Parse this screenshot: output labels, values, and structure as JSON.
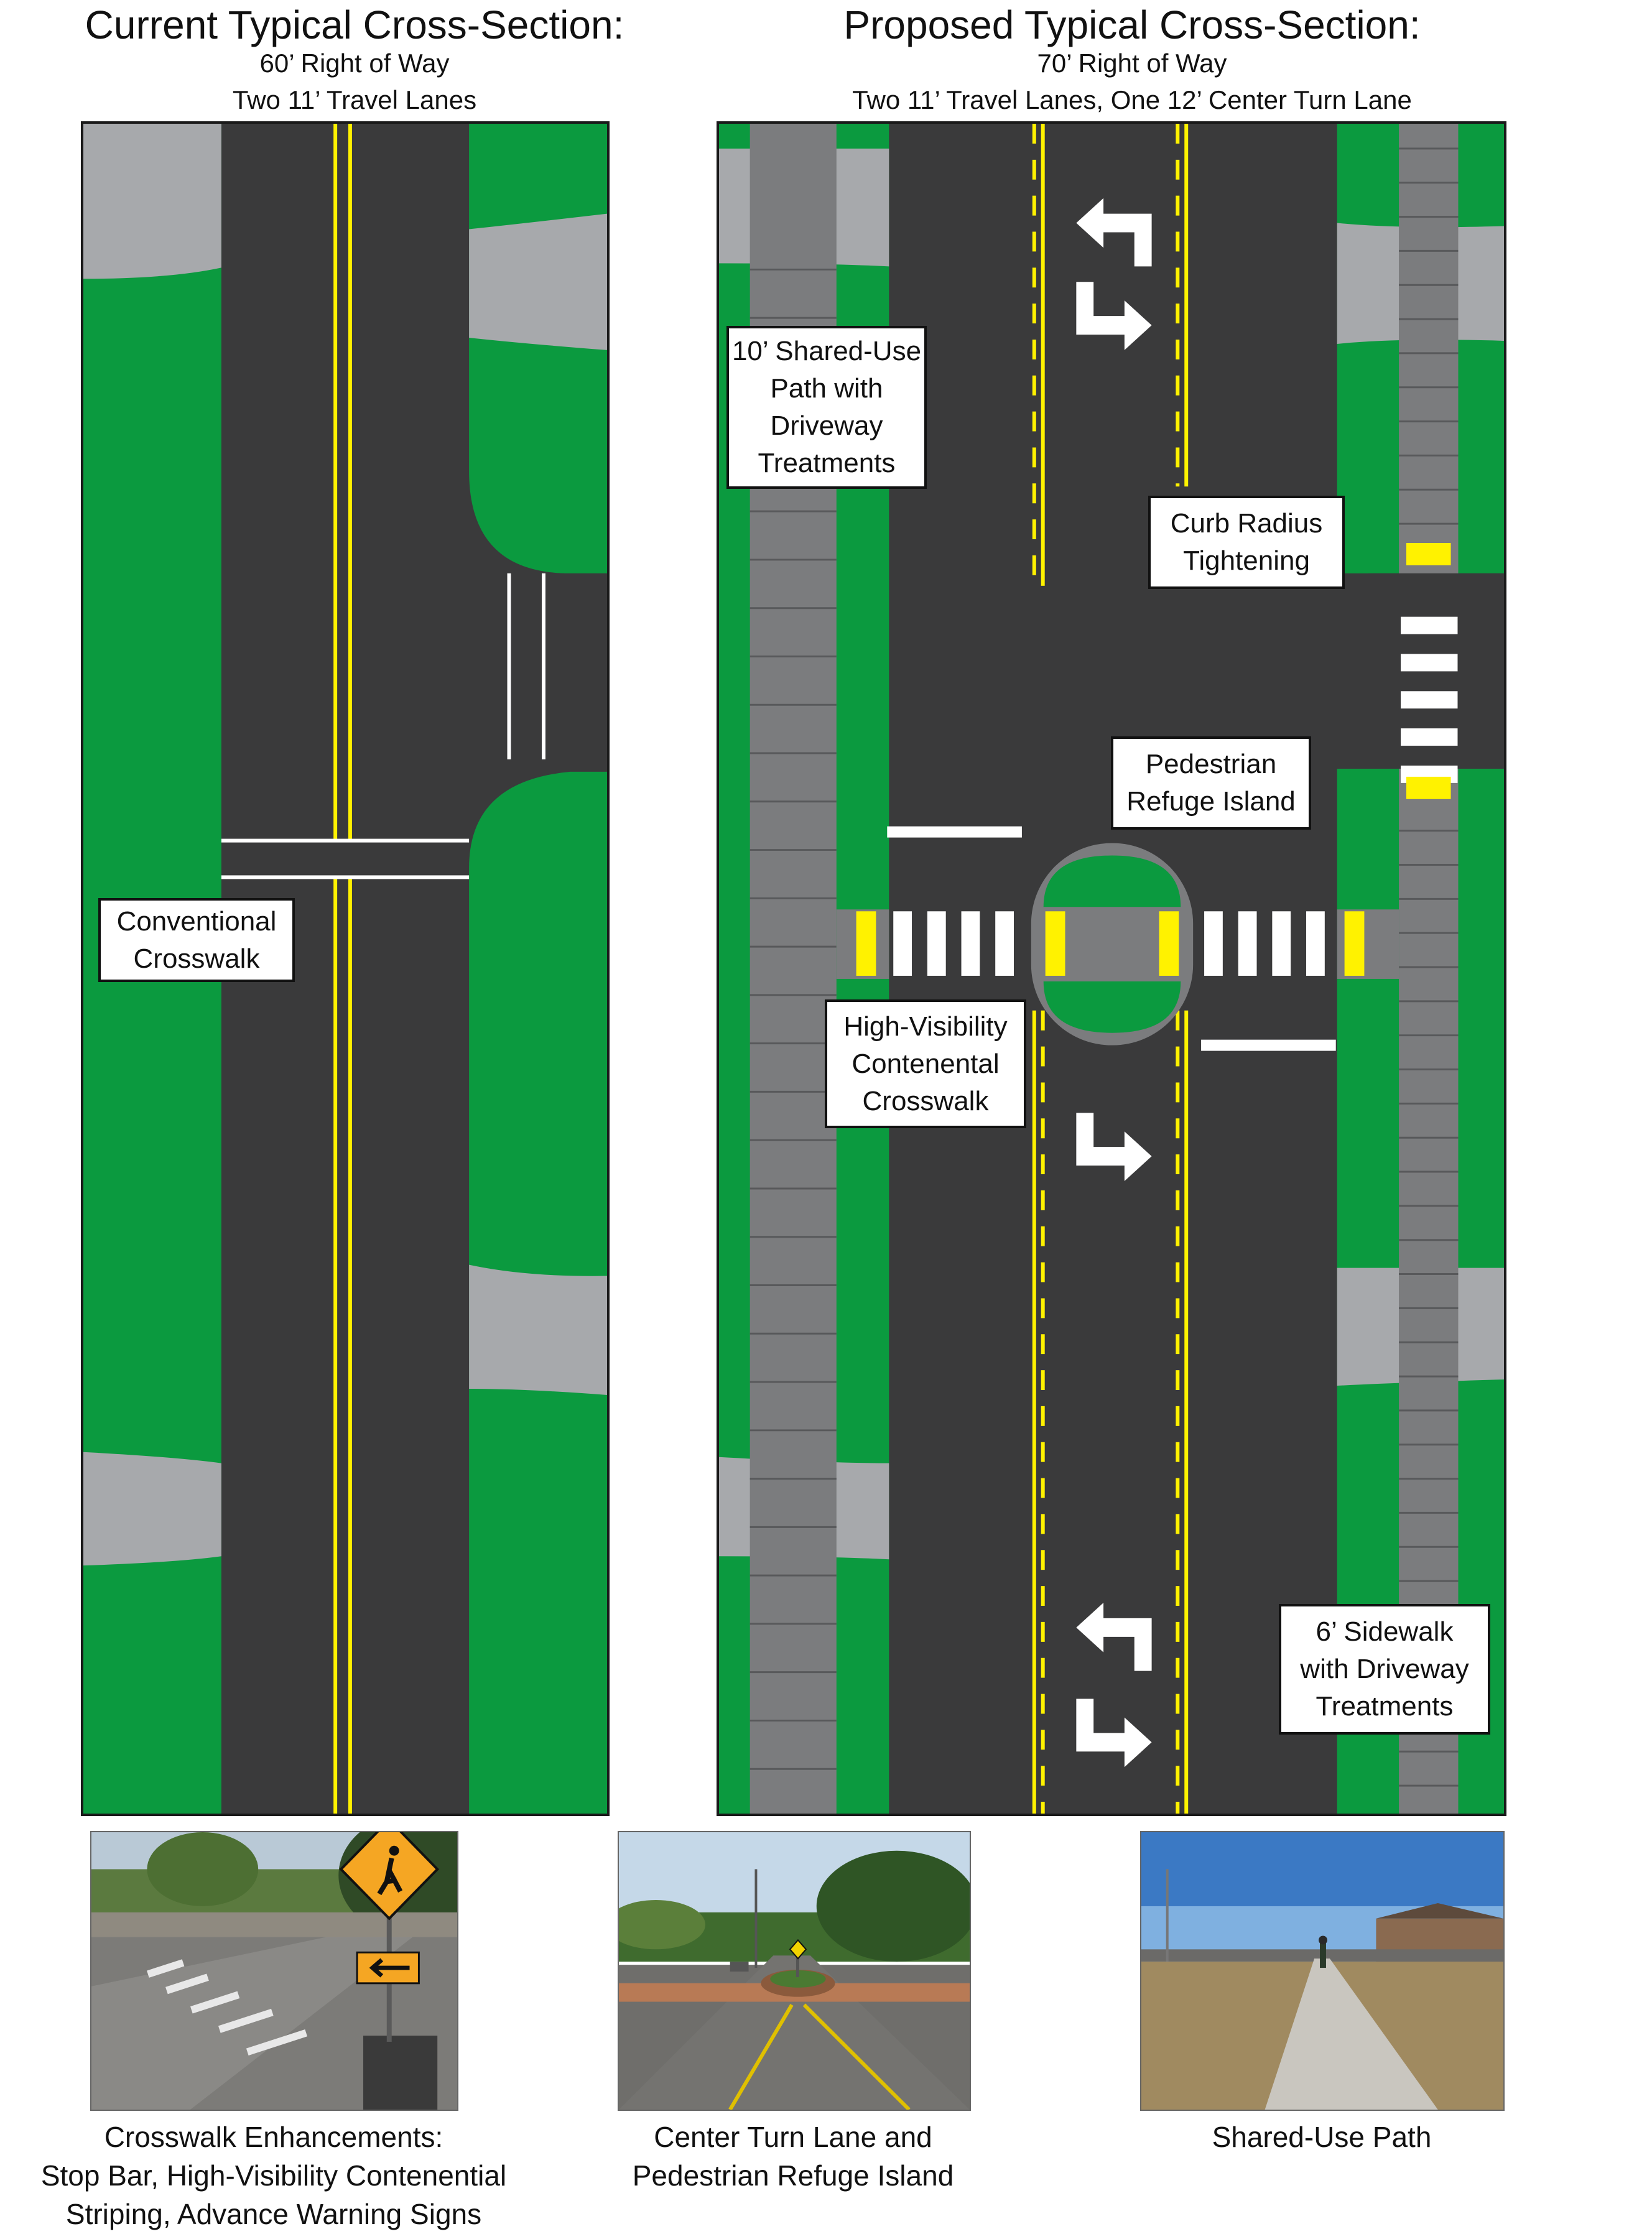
{
  "current": {
    "title": "Current Typical Cross-Section:",
    "row": "60’ Right of Way",
    "lanes": "Two 11’ Travel Lanes",
    "labels": {
      "crosswalk": "Conventional\nCrosswalk"
    }
  },
  "proposed": {
    "title": "Proposed Typical Cross-Section:",
    "row": "70’ Right of Way",
    "lanes": "Two 11’ Travel Lanes, One 12’ Center Turn Lane",
    "labels": {
      "shared_use_path": "10’ Shared-Use\nPath with\nDriveway\nTreatments",
      "curb_radius": "Curb Radius\nTightening",
      "refuge_island": "Pedestrian\nRefuge Island",
      "hv_crosswalk": "High-Visibility\nContenental\nCrosswalk",
      "sidewalk": "6’ Sidewalk\nwith Driveway\nTreatments"
    }
  },
  "photos": [
    {
      "caption": "Crosswalk Enhancements:\nStop Bar, High-Visibility Contenential\nStriping, Advance Warning Signs"
    },
    {
      "caption": "Center Turn Lane and\nPedestrian Refuge Island"
    },
    {
      "caption": "Shared-Use Path"
    }
  ],
  "colors": {
    "grass": "#0b9a3f",
    "asphalt": "#3a3a3b",
    "driveway": "#a7a9ac",
    "path": "#7b7c7e",
    "yellow": "#fff200",
    "white": "#ffffff"
  },
  "icons": [
    "left-turn-arrow-icon",
    "right-turn-arrow-icon",
    "pedestrian-crossing-sign-icon",
    "pedestrian-crossing-warning-sign-icon",
    "diamond-warning-sign-icon"
  ]
}
